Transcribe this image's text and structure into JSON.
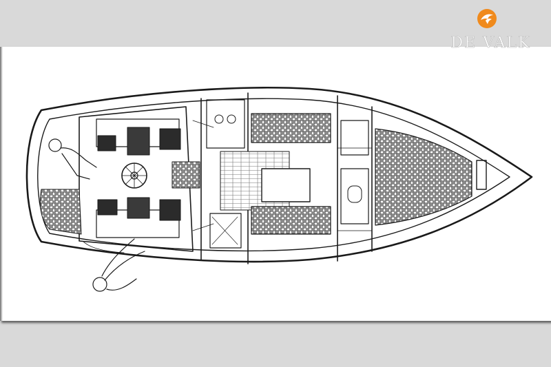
{
  "logo": {
    "text": "DE VALK",
    "mark_icon": "de-valk-falcon-mark",
    "mark_color": "#f08a1c"
  },
  "colors": {
    "background": "#d9d9d9",
    "panel": "#ffffff",
    "line": "#1a1a1a"
  },
  "drawing": {
    "subject": "yacht-interior-layout-plan"
  }
}
